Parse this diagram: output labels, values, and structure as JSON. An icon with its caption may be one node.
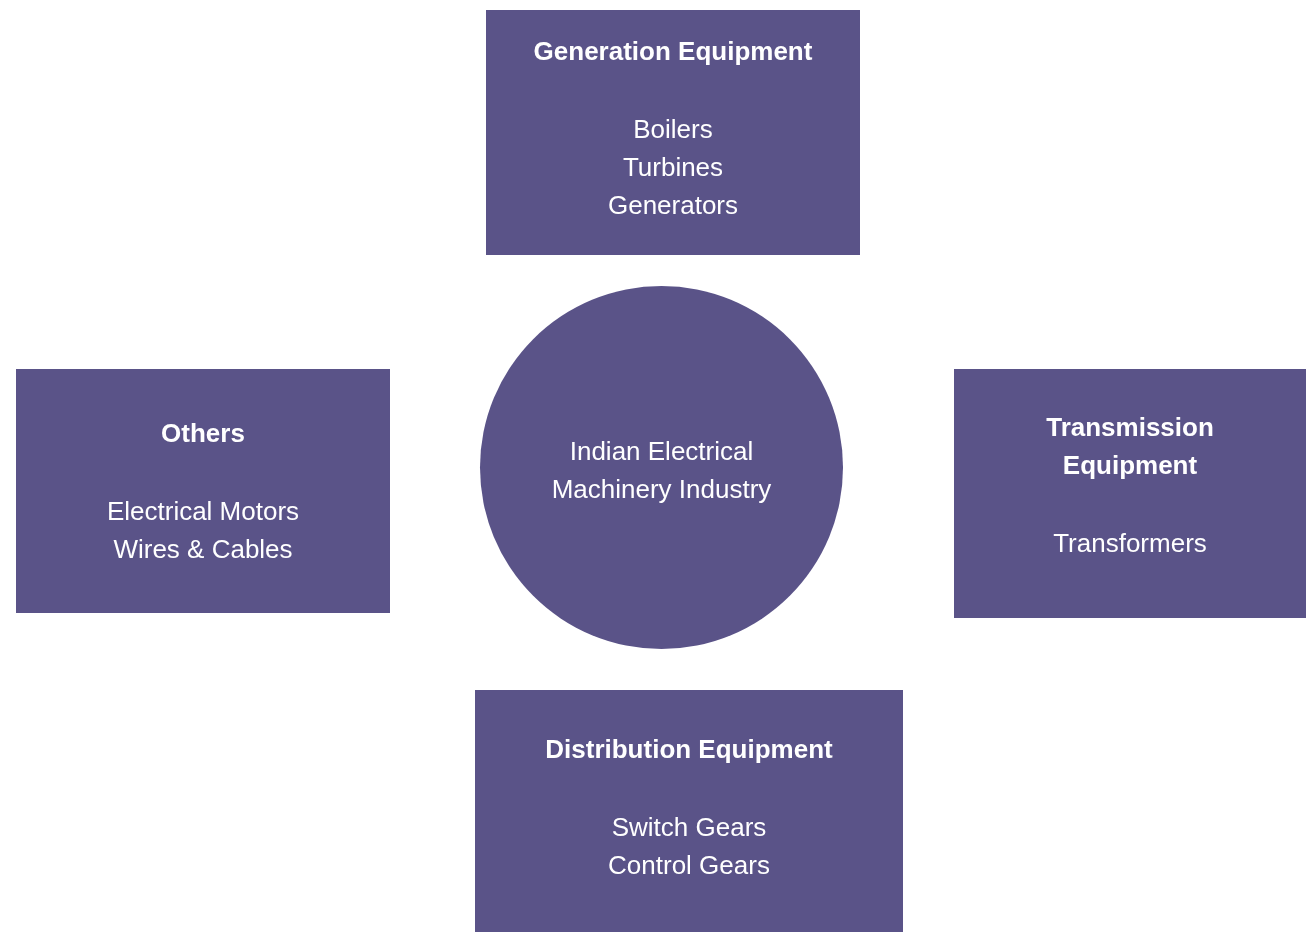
{
  "diagram": {
    "nodes": [
      {
        "text": [
          "Generation Equipment",
          "Boilers",
          "Turbines",
          "Generators"
        ]
      },
      {
        "text": [
          "Others",
          "Electrical Motors",
          "Wires & Cables"
        ]
      },
      {
        "text": [
          "Indian Electrical Machinery Industry"
        ]
      },
      {
        "text": [
          "Transmission Equipment",
          "Transformers"
        ]
      },
      {
        "text": [
          "Distribution Equipment",
          "Switch Gears",
          "Control Gears"
        ]
      }
    ]
  }
}
